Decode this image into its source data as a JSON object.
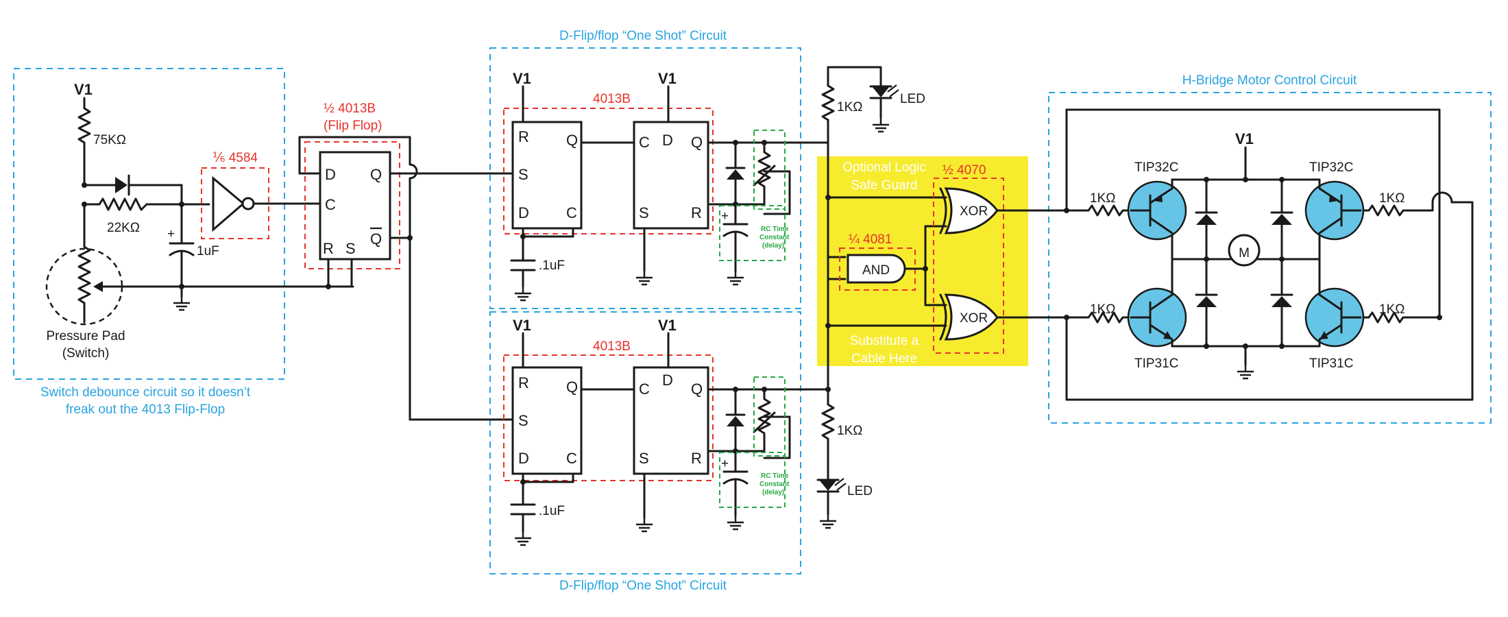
{
  "titles": {
    "oneshot_top": "D-Flip/flop “One Shot” Circuit",
    "oneshot_bottom": "D-Flip/flop “One Shot” Circuit",
    "hbridge": "H-Bridge Motor Control Circuit",
    "debounce_line1": "Switch debounce circuit so it doesn’t",
    "debounce_line2": "freak out the 4013 Flip-Flop"
  },
  "supplies": {
    "v1": "V1"
  },
  "chips": {
    "half_4013b": "½ 4013B",
    "flip_flop": "(Flip Flop)",
    "sixth_4584": "⅙ 4584",
    "dual_4013b": "4013B",
    "half_4070": "½ 4070",
    "quarter_4081": "¼ 4081"
  },
  "components": {
    "r_75k": "75KΩ",
    "r_22k": "22KΩ",
    "cap_1uf": "1uF",
    "cap_01uf": ".1uF",
    "r_1k": "1KΩ",
    "led": "LED",
    "pressure_pad": "Pressure Pad",
    "switch": "(Switch)",
    "rc_line1": "RC Time",
    "rc_line2": "Constant",
    "rc_line3": "(delay)",
    "motor": "M",
    "tip32c": "TIP32C",
    "tip31c": "TIP31C"
  },
  "pins": {
    "d": "D",
    "c": "C",
    "q": "Q",
    "qbar": "Q",
    "r": "R",
    "s": "S"
  },
  "gates": {
    "and": "AND",
    "xor": "XOR"
  },
  "notes": {
    "optional_line1": "Optional Logic",
    "optional_line2": "Safe Guard",
    "substitute_line1": "Substitute a",
    "substitute_line2": "Cable Here"
  },
  "colors": {
    "wire": "#1a1a1a",
    "section_border": "#29a3e0",
    "chip_border": "#e63329",
    "rc_border": "#27a844",
    "highlight": "#f7eb2e",
    "transistor": "#66c5e6"
  }
}
